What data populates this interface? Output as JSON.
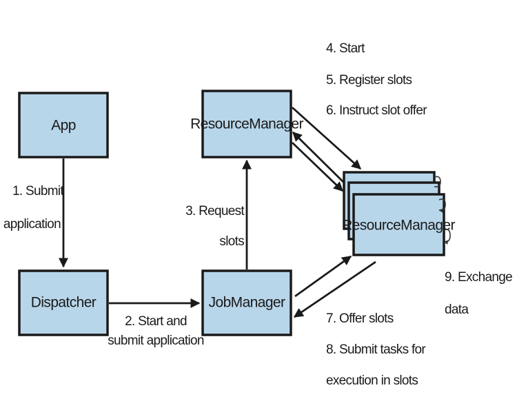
{
  "nodes": {
    "app": "App",
    "dispatcher": "Dispatcher",
    "resource_manager": "ResourceManager",
    "job_manager": "JobManager",
    "task_manager": "ResourceManager"
  },
  "steps": {
    "s1_line1": "1. Submit",
    "s1_line2": "application",
    "s2_line1": "2. Start and",
    "s2_line2": "submit application",
    "s3_line1": "3. Request",
    "s3_line2": "slots",
    "s4": "4. Start",
    "s5": "5. Register slots",
    "s6": "6. Instruct slot offer",
    "s7": "7. Offer slots",
    "s8_line1": "8. Submit tasks for",
    "s8_line2": "execution in slots",
    "s9_line1": "9. Exchange",
    "s9_line2": "data"
  },
  "colors": {
    "box_fill": "#b8d6ea",
    "stroke": "#1a1a1a"
  }
}
